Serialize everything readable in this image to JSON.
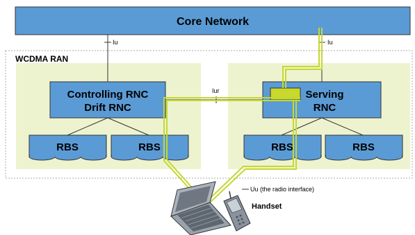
{
  "core_network": {
    "label": "Core Network"
  },
  "interfaces": {
    "iu_left": "Iu",
    "iu_right": "Iu",
    "iur": "Iur",
    "uu": "Uu (the radio interface)"
  },
  "ran": {
    "label": "WCDMA RAN"
  },
  "left_rnc": {
    "line1": "Controlling RNC",
    "line2": "Drift RNC"
  },
  "right_rnc": {
    "line1": "Serving",
    "line2": "RNC"
  },
  "rbs": {
    "label": "RBS"
  },
  "handset": {
    "label": "Handset"
  },
  "colors": {
    "box_fill": "#5b9bd5",
    "box_stroke": "#333333",
    "ran_fill": "#eef3cf",
    "path_green": "#c5d831",
    "highlight": "#c8d82c"
  }
}
